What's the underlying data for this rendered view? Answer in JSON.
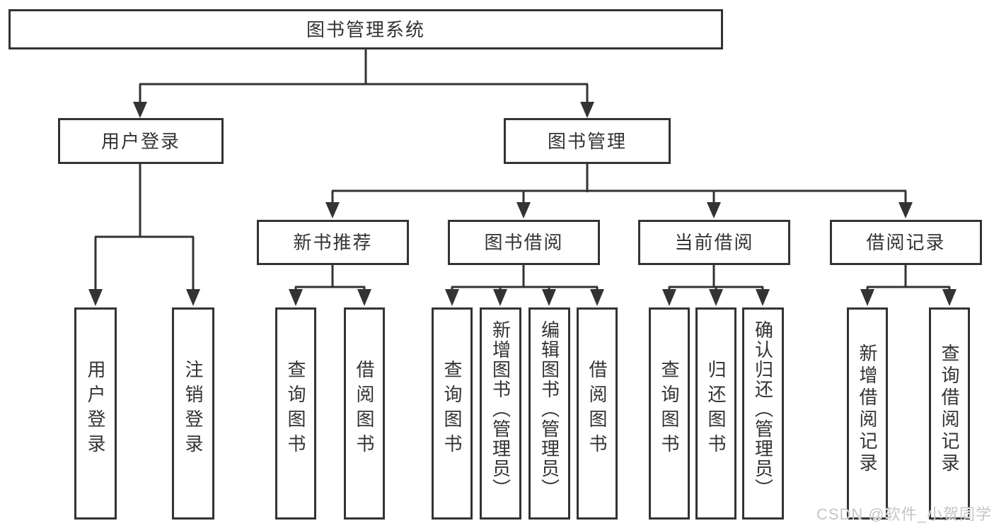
{
  "tree": {
    "root": {
      "label": "图书管理系统"
    },
    "branches": [
      {
        "label": "用户登录",
        "children": [
          {
            "label": "用户登录"
          },
          {
            "label": "注销登录"
          }
        ]
      },
      {
        "label": "图书管理",
        "children": [
          {
            "label": "新书推荐",
            "children": [
              {
                "label": "查询图书"
              },
              {
                "label": "借阅图书"
              }
            ]
          },
          {
            "label": "图书借阅",
            "children": [
              {
                "label": "查询图书"
              },
              {
                "label": "新增图书（管理员）"
              },
              {
                "label": "编辑图书（管理员）"
              },
              {
                "label": "借阅图书"
              }
            ]
          },
          {
            "label": "当前借阅",
            "children": [
              {
                "label": "查询图书"
              },
              {
                "label": "归还图书"
              },
              {
                "label": "确认归还（管理员）"
              }
            ]
          },
          {
            "label": "借阅记录",
            "children": [
              {
                "label": "新增借阅记录"
              },
              {
                "label": "查询借阅记录"
              }
            ]
          }
        ]
      }
    ]
  },
  "watermark": {
    "text": "CSDN @软件_小贺同学",
    "color": "#c5c5c5"
  },
  "colors": {
    "line": "#333333",
    "box_border": "#333333",
    "box_fill": "#ffffff",
    "text": "#333333",
    "background": "#ffffff"
  }
}
